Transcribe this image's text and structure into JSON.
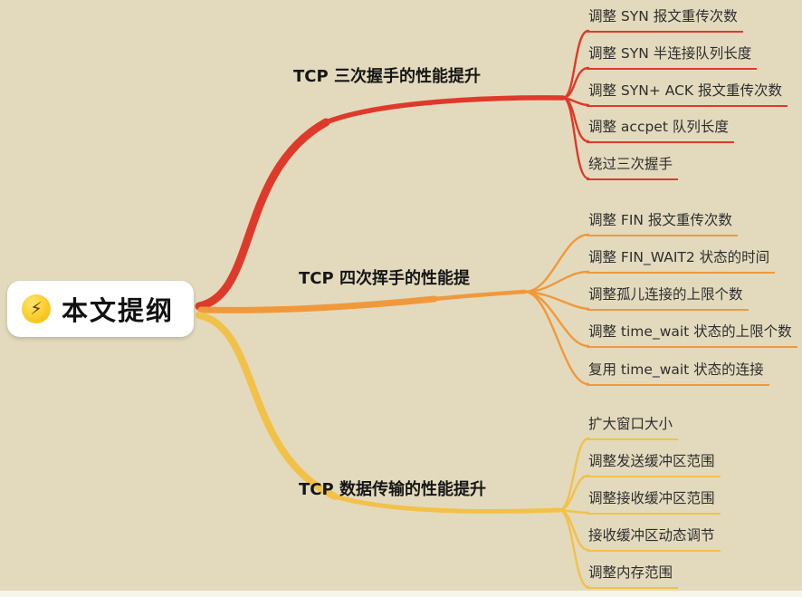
{
  "colors": {
    "bg": "#e3dabd",
    "c1": "#de3a2b",
    "c2": "#f0993c",
    "c3": "#f2c149",
    "ink": "#222222"
  },
  "root": {
    "label": "本文提纲",
    "emoji": "⚡"
  },
  "branches": [
    {
      "label": "TCP 三次握手的性能提升",
      "children": [
        "调整 SYN 报文重传次数",
        "调整 SYN 半连接队列长度",
        "调整 SYN+ ACK 报文重传次数",
        "调整 accpet 队列长度",
        "绕过三次握手"
      ]
    },
    {
      "label": "TCP 四次挥手的性能提",
      "children": [
        "调整 FIN 报文重传次数",
        "调整 FIN_WAIT2 状态的时间",
        "调整孤儿连接的上限个数",
        "调整 time_wait 状态的上限个数",
        "复用 time_wait 状态的连接"
      ]
    },
    {
      "label": "TCP 数据传输的性能提升",
      "children": [
        "扩大窗口大小",
        "调整发送缓冲区范围",
        "调整接收缓冲区范围",
        "接收缓冲区动态调节",
        "调整内存范围"
      ]
    }
  ]
}
